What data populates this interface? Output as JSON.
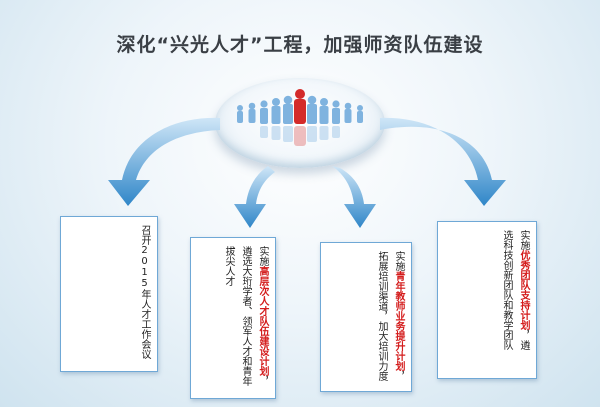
{
  "title": "深化“兴光人才”工程，加强师资队伍建设",
  "boxes": [
    {
      "col1": "召开2015年人才工作会议"
    },
    {
      "col1_pre": "实施",
      "col1_hl": "高层次人才队伍建设计划",
      "col1_post": "，",
      "col2": "遴选大珩学者、领军人才和青年",
      "col3": "拔尖人才"
    },
    {
      "col1_pre": "实施",
      "col1_hl": "青年教师业务提升计划",
      "col1_post": "，",
      "col2": "拓展培训渠道，加大培训力度"
    },
    {
      "col1_pre": "实施",
      "col1_hl": "优秀团队支持计划",
      "col1_post": "，遴",
      "col2": "选科技创新团队和教学团队"
    }
  ]
}
